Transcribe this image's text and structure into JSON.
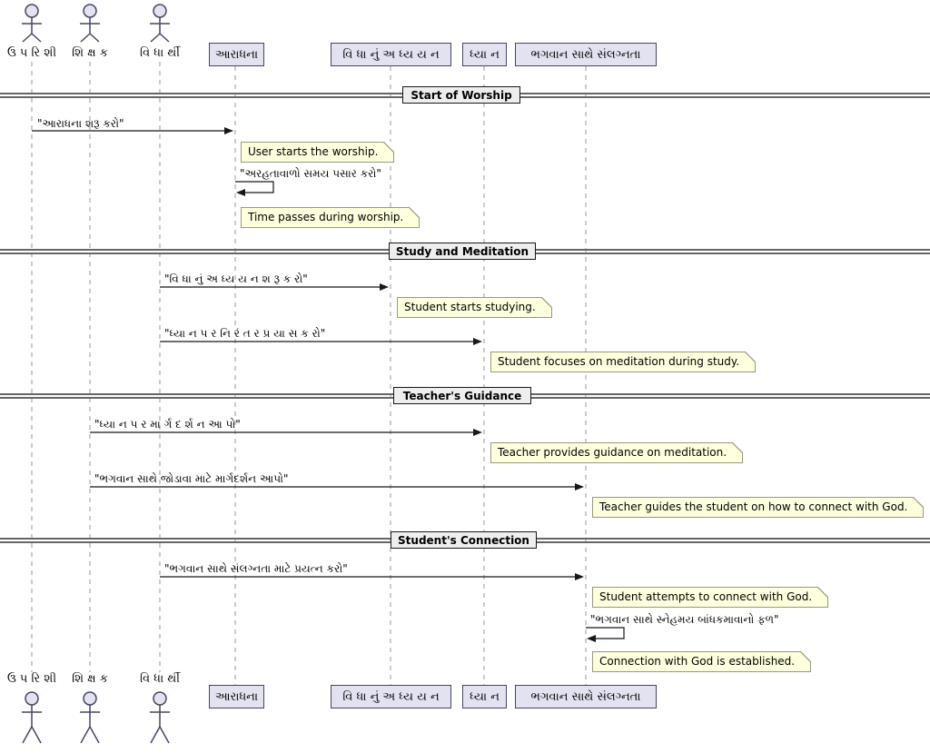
{
  "diagram_type": "sequence",
  "colors": {
    "background": "#ffffff",
    "text": "#000000",
    "participant_fill": "#E2E2F0",
    "participant_border": "#464667",
    "actor_line": "#464667",
    "note_fill": "#FEFFDD",
    "note_border": "#999980",
    "divider_fill": "#EEEEEE",
    "divider_border": "#181818",
    "divider_line": "#666666",
    "lifeline": "#999999",
    "arrow": "#181818"
  },
  "actors": [
    {
      "label": "ઉ પ રિ શી"
    },
    {
      "label": "શિ ક્ષ ક"
    },
    {
      "label": "વિ ધા ર્થી"
    }
  ],
  "participants": [
    {
      "label": "આરાધના"
    },
    {
      "label": "વિ ધા નું  અ ધ્ય ય ન"
    },
    {
      "label": "ધ્યા ન"
    },
    {
      "label": "ભગવાન સાથે સંલગ્નતા"
    }
  ],
  "dividers": [
    {
      "label": "Start of Worship"
    },
    {
      "label": "Study and Meditation"
    },
    {
      "label": "Teacher's Guidance"
    },
    {
      "label": "Student's Connection"
    }
  ],
  "messages": [
    {
      "label": "\"આરાધના શરૂ કરો\"",
      "type": "arrow",
      "from": "ઉપરિશી",
      "to": "આરાધના"
    },
    {
      "label": "\"અરહતાવાળો સમય પસાર કરો\"",
      "type": "self",
      "from": "આરાધના",
      "to": "આરાધના"
    },
    {
      "label": "\"વિ ધા નું અ ધ્ય ય ન શ રૂ ક રો\"",
      "type": "arrow",
      "from": "વિધાર્થી",
      "to": "વિધાનું અધ્યયન"
    },
    {
      "label": "\"ધ્યા ન પ ર નિ રં ત ર પ્ર યા સ ક રો\"",
      "type": "arrow",
      "from": "વિધાર્થી",
      "to": "ધ્યાન"
    },
    {
      "label": "\"ધ્યા ન પ ર મા ર્ગ દ ર્શ ન આ પો\"",
      "type": "arrow",
      "from": "શિક્ષક",
      "to": "ધ્યાન"
    },
    {
      "label": "\"ભગવાન સાથે જોડાવા માટે માર્ગદર્શન આપો\"",
      "type": "arrow",
      "from": "શિક્ષક",
      "to": "ભગવાન સાથે સંલગ્નતા"
    },
    {
      "label": "\"ભગવાન સાથે સંલગ્નતા માટે પ્રયત્ન કરો\"",
      "type": "arrow",
      "from": "વિધાર્થી",
      "to": "ભગવાન સાથે સંલગ્નતા"
    },
    {
      "label": "\"ભગવાન સાથે સ્નેહમય બાંધકમાવાનો ફળ\"",
      "type": "self",
      "from": "ભગવાન સાથે સંલગ્નતા",
      "to": "ભગવાન સાથે સંલગ્નતા"
    }
  ],
  "notes": [
    {
      "text": "User starts the worship."
    },
    {
      "text": "Time passes during worship."
    },
    {
      "text": "Student starts studying."
    },
    {
      "text": "Student focuses on meditation during study."
    },
    {
      "text": "Teacher provides guidance on meditation."
    },
    {
      "text": "Teacher guides the student on how to connect with God."
    },
    {
      "text": "Student attempts to connect with God."
    },
    {
      "text": "Connection with God is established."
    }
  ]
}
